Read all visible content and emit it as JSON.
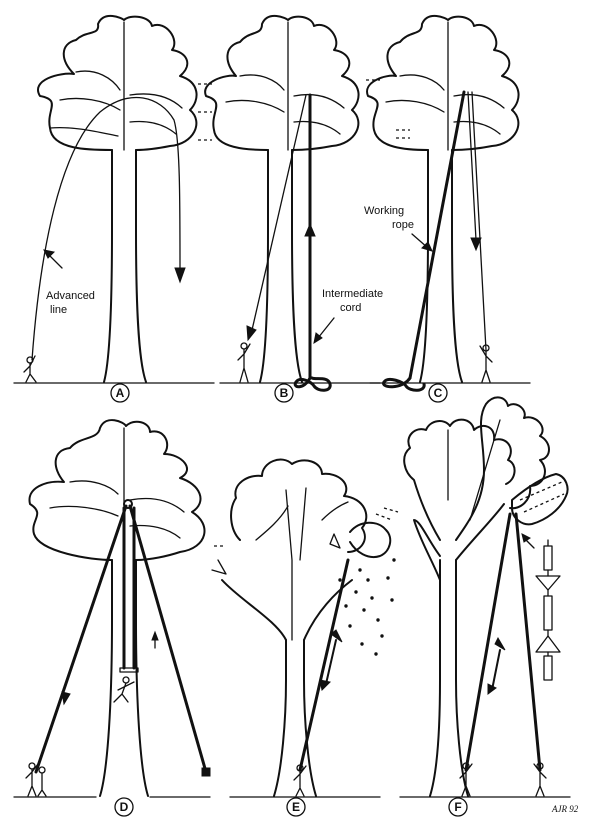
{
  "labels": {
    "advanced_line_1": "Advanced",
    "advanced_line_2": "line",
    "intermediate_cord_1": "Intermediate",
    "intermediate_cord_2": "cord",
    "working_rope_1": "Working",
    "working_rope_2": "rope"
  },
  "panels": [
    "A",
    "B",
    "C",
    "D",
    "E",
    "F"
  ],
  "signature": "AJR 92"
}
